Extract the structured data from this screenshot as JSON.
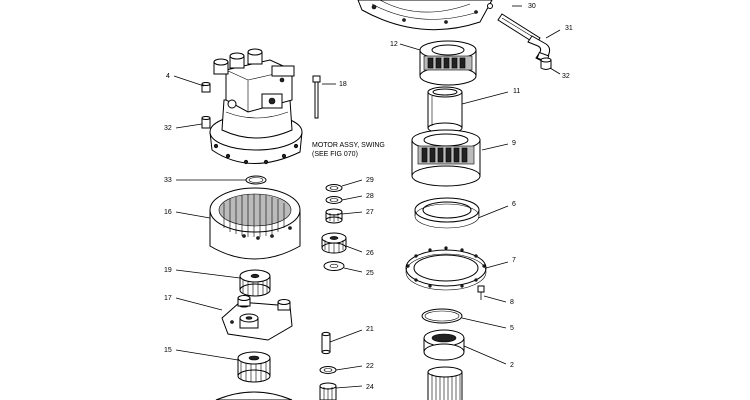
{
  "diagram": {
    "note_line1": "MOTOR ASSY, SWING",
    "note_line2": "(SEE FIG 070)",
    "callouts": [
      {
        "num": "30"
      },
      {
        "num": "31"
      },
      {
        "num": "32"
      },
      {
        "num": "12"
      },
      {
        "num": "4"
      },
      {
        "num": "18"
      },
      {
        "num": "11"
      },
      {
        "num": "32"
      },
      {
        "num": "9"
      },
      {
        "num": "33"
      },
      {
        "num": "29"
      },
      {
        "num": "28"
      },
      {
        "num": "27"
      },
      {
        "num": "16"
      },
      {
        "num": "6"
      },
      {
        "num": "26"
      },
      {
        "num": "7"
      },
      {
        "num": "25"
      },
      {
        "num": "19"
      },
      {
        "num": "8"
      },
      {
        "num": "17"
      },
      {
        "num": "5"
      },
      {
        "num": "21"
      },
      {
        "num": "15"
      },
      {
        "num": "2"
      },
      {
        "num": "22"
      },
      {
        "num": "24"
      }
    ]
  }
}
